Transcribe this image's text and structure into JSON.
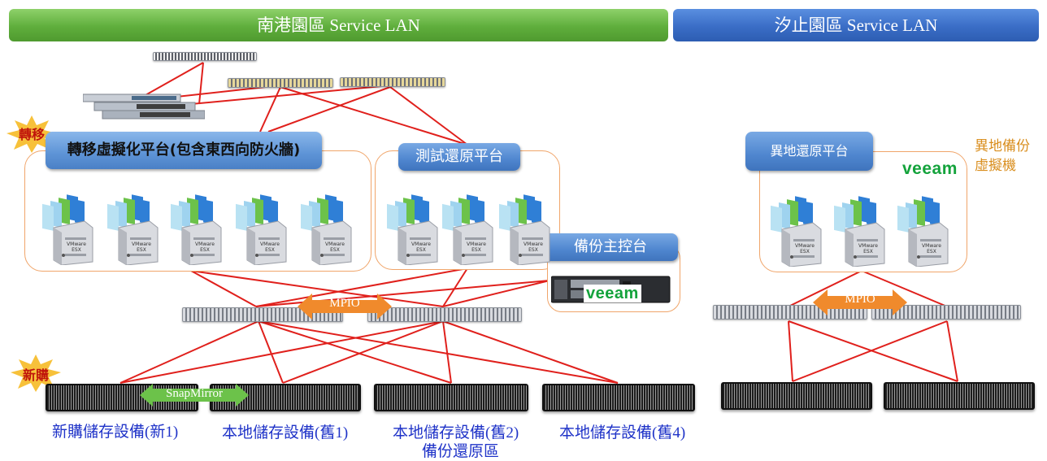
{
  "banners": {
    "left": "南港園區 Service LAN",
    "right": "汐止園區 Service LAN"
  },
  "badges": {
    "migrate": "轉移",
    "new_purchase": "新購"
  },
  "platforms": {
    "migration": "轉移虛擬化平台(包含東西向防火牆)",
    "test_restore": "測試還原平台",
    "backup_console": "備份主控台",
    "remote_restore": "異地還原平台"
  },
  "remote_backup_vm": [
    "異地備份",
    "虛擬機"
  ],
  "links": {
    "mpio_left": "MPIO",
    "mpio_right": "MPIO",
    "snapmirror": "SnapMirror"
  },
  "veeam": {
    "logo_text": "veeam"
  },
  "server_label": "VMware ESX",
  "storage_captions": {
    "new1": "新購儲存設備(新1)",
    "old1": "本地儲存設備(舊1)",
    "old2": "本地儲存設備(舊2)",
    "old2_sub": "備份還原區",
    "old4": "本地儲存設備(舊4)"
  },
  "colors": {
    "link_red": "#e0201c",
    "banner_green": "#5fae3c",
    "banner_blue": "#3a6dc6",
    "group_border": "#f0a56a",
    "mpio_orange": "#f08a2c",
    "snapmirror_green": "#6cc24a",
    "caption_blue": "#1f33c8",
    "note_orange": "#d98e1e"
  }
}
